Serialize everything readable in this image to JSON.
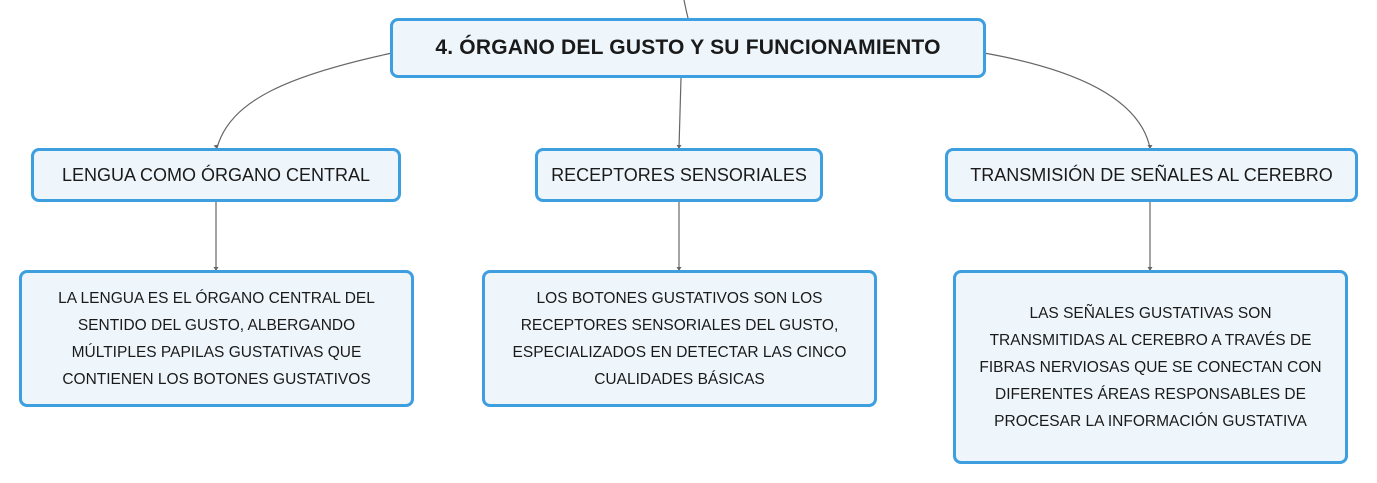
{
  "root": {
    "label": "4. ÓRGANO DEL GUSTO Y SU FUNCIONAMIENTO"
  },
  "branches": [
    {
      "label": "LENGUA COMO ÓRGANO CENTRAL",
      "detail": "LA LENGUA ES EL ÓRGANO CENTRAL DEL SENTIDO DEL GUSTO, ALBERGANDO MÚLTIPLES PAPILAS GUSTATIVAS QUE CONTIENEN LOS BOTONES GUSTATIVOS"
    },
    {
      "label": "RECEPTORES SENSORIALES",
      "detail": "LOS BOTONES GUSTATIVOS SON LOS RECEPTORES SENSORIALES DEL GUSTO, ESPECIALIZADOS EN DETECTAR LAS CINCO CUALIDADES BÁSICAS"
    },
    {
      "label": "TRANSMISIÓN DE SEÑALES AL CEREBRO",
      "detail": "LAS SEÑALES GUSTATIVAS SON TRANSMITIDAS AL CEREBRO A TRAVÉS DE FIBRAS NERVIOSAS QUE SE CONECTAN CON DIFERENTES ÁREAS RESPONSABLES DE PROCESAR LA INFORMACIÓN GUSTATIVA"
    }
  ],
  "colors": {
    "node_border": "#3d9ee0",
    "node_fill": "#eef6fc",
    "connector": "#666666"
  }
}
